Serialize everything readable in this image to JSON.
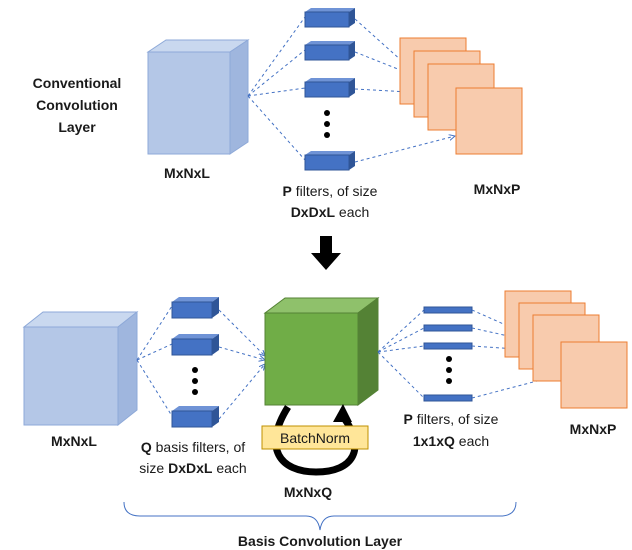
{
  "conventional": {
    "title_lines": [
      "Conventional",
      "Convolution",
      "Layer"
    ],
    "input_label": "MxNxL",
    "filters_line1_bold": "P",
    "filters_line1_rest": " filters, of size",
    "filters_line2_bold": "DxDxL",
    "filters_line2_rest": " each",
    "output_label": "MxNxP"
  },
  "basis": {
    "input_label": "MxNxL",
    "basis_line1_bold": "Q",
    "basis_line1_rest": " basis filters, of",
    "basis_line2_pre": "size ",
    "basis_line2_bold": "DxDxL",
    "basis_line2_rest": " each",
    "middle_label": "MxNxQ",
    "batchnorm_label": "BatchNorm",
    "filters_line1_bold": "P",
    "filters_line1_rest": " filters, of size",
    "filters_line2_bold": "1x1xQ",
    "filters_line2_rest": " each",
    "output_label": "MxNxP",
    "brace_label": "Basis Convolution Layer"
  },
  "colors": {
    "input_cube": "#b4c7e7",
    "filter_blue": "#4472c4",
    "output_map": "#f8cbad",
    "output_border": "#ed7d31",
    "middle_cube": "#70ad47",
    "batchnorm_fill": "#ffe699",
    "arrow": "#4472c4"
  }
}
